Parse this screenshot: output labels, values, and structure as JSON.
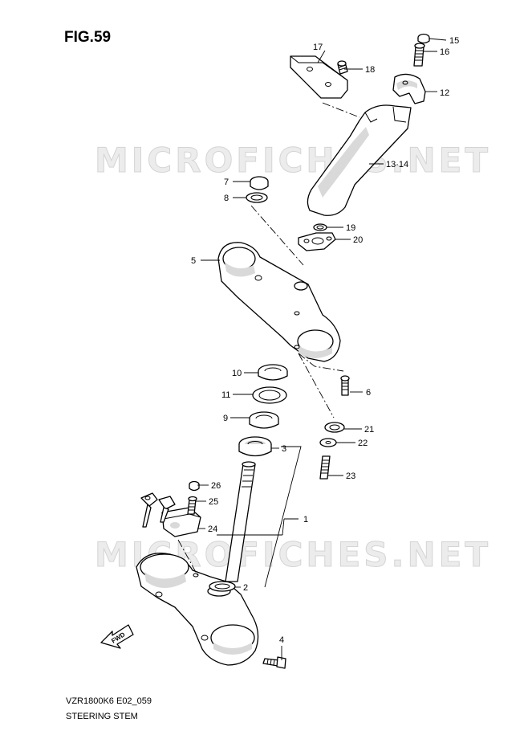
{
  "figure": {
    "title": "FIG.59",
    "watermark": "MICROFICHES.NET",
    "model_code": "VZR1800K6 E02_059",
    "caption": "STEERING STEM",
    "fwd_label": "FWD"
  },
  "callouts": {
    "c1": "1",
    "c2": "2",
    "c3": "3",
    "c4": "4",
    "c5": "5",
    "c6": "6",
    "c7": "7",
    "c8": "8",
    "c9": "9",
    "c10": "10",
    "c11": "11",
    "c12": "12",
    "c13_14": "13·14",
    "c15": "15",
    "c16": "16",
    "c17": "17",
    "c18": "18",
    "c19": "19",
    "c20": "20",
    "c21": "21",
    "c22": "22",
    "c23": "23",
    "c24": "24",
    "c25": "25",
    "c26": "26"
  }
}
